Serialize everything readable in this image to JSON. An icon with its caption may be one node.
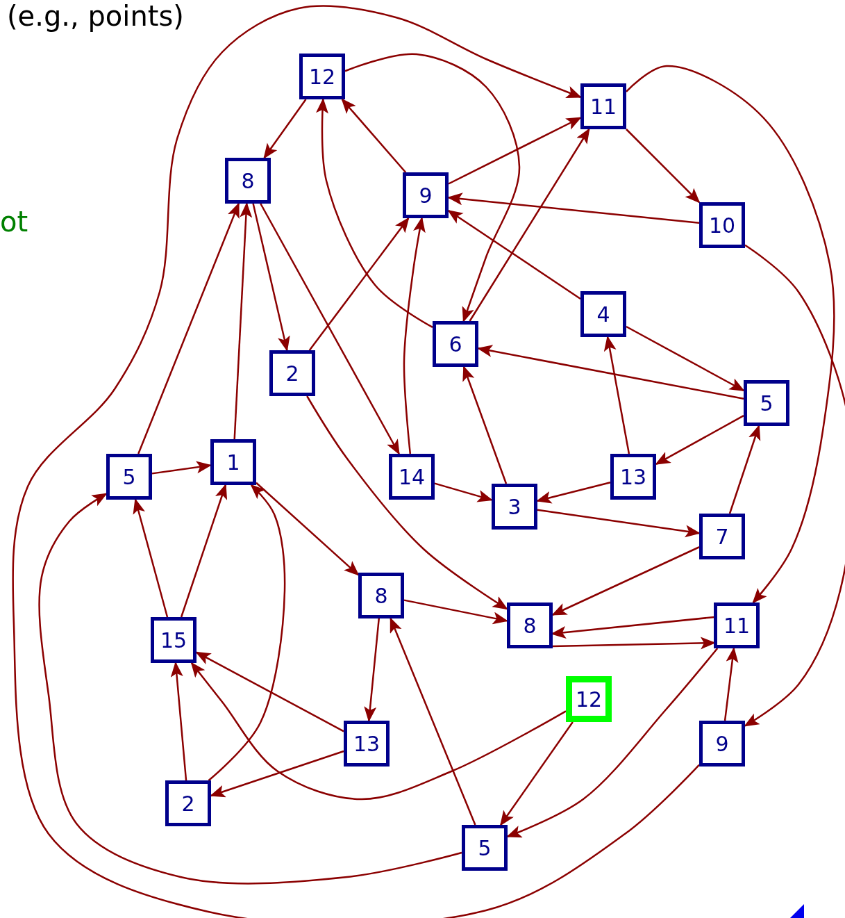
{
  "diagram": {
    "nodes": [
      {
        "text": [
          "12"
        ]
      },
      {
        "text": [
          "11"
        ]
      },
      {
        "text": [
          "8"
        ]
      },
      {
        "text": [
          "9"
        ]
      },
      {
        "text": [
          "10"
        ]
      },
      {
        "text": [
          "4"
        ]
      },
      {
        "text": [
          "6"
        ]
      },
      {
        "text": [
          "2"
        ]
      },
      {
        "text": [
          "5"
        ]
      },
      {
        "text": [
          "5"
        ]
      },
      {
        "text": [
          "1"
        ]
      },
      {
        "text": [
          "14"
        ]
      },
      {
        "text": [
          "13"
        ]
      },
      {
        "text": [
          "3"
        ]
      },
      {
        "text": [
          "7"
        ]
      },
      {
        "text": [
          "8"
        ]
      },
      {
        "text": [
          "8"
        ]
      },
      {
        "text": [
          "11"
        ]
      },
      {
        "text": [
          "15"
        ]
      },
      {
        "text": [
          "12"
        ]
      },
      {
        "text": [
          "13"
        ]
      },
      {
        "text": [
          "9"
        ]
      },
      {
        "text": [
          "2"
        ]
      },
      {
        "text": [
          "5"
        ]
      }
    ],
    "edges": [
      {
        "from": 0,
        "to": 2,
        "arrow": "to"
      },
      {
        "from": 0,
        "to": 6,
        "arrow": "to"
      },
      {
        "from": 3,
        "to": 0,
        "arrow": "to"
      },
      {
        "from": 3,
        "to": 1,
        "arrow": "to"
      },
      {
        "from": 4,
        "to": 3,
        "arrow": "to"
      },
      {
        "from": 1,
        "to": 4,
        "arrow": "to"
      },
      {
        "from": 5,
        "to": 3,
        "arrow": "to"
      },
      {
        "from": 6,
        "to": 0,
        "arrow": "to"
      },
      {
        "from": 6,
        "to": 1,
        "arrow": "to"
      },
      {
        "from": 7,
        "to": 3,
        "arrow": "to"
      },
      {
        "from": 2,
        "to": 7,
        "arrow": "to"
      },
      {
        "from": 2,
        "to": 11,
        "arrow": "to"
      },
      {
        "from": 11,
        "to": 3,
        "arrow": "to"
      },
      {
        "from": 5,
        "to": 8,
        "arrow": "to"
      },
      {
        "from": 8,
        "to": 6,
        "arrow": "to"
      },
      {
        "from": 8,
        "to": 12,
        "arrow": "to"
      },
      {
        "from": 12,
        "to": 5,
        "arrow": "to"
      },
      {
        "from": 12,
        "to": 13,
        "arrow": "to"
      },
      {
        "from": 13,
        "to": 6,
        "arrow": "to"
      },
      {
        "from": 13,
        "to": 14,
        "arrow": "to"
      },
      {
        "from": 14,
        "to": 8,
        "arrow": "to"
      },
      {
        "from": 11,
        "to": 13,
        "arrow": "to"
      },
      {
        "from": 14,
        "to": 16,
        "arrow": "to"
      },
      {
        "from": 17,
        "to": 16,
        "arrow": "to"
      },
      {
        "from": 16,
        "to": 17,
        "arrow": "to"
      },
      {
        "from": 15,
        "to": 16,
        "arrow": "to"
      },
      {
        "from": 7,
        "to": 16,
        "arrow": "to"
      },
      {
        "from": 10,
        "to": 2,
        "arrow": "to"
      },
      {
        "from": 9,
        "to": 2,
        "arrow": "to"
      },
      {
        "from": 9,
        "to": 10,
        "arrow": "to"
      },
      {
        "from": 10,
        "to": 15,
        "arrow": "to"
      },
      {
        "from": 18,
        "to": 9,
        "arrow": "to"
      },
      {
        "from": 18,
        "to": 10,
        "arrow": "to"
      },
      {
        "from": 22,
        "to": 10,
        "arrow": "to"
      },
      {
        "from": 22,
        "to": 18,
        "arrow": "to"
      },
      {
        "from": 20,
        "to": 18,
        "arrow": "to"
      },
      {
        "from": 20,
        "to": 22,
        "arrow": "to"
      },
      {
        "from": 15,
        "to": 20,
        "arrow": "to"
      },
      {
        "from": 23,
        "to": 15,
        "arrow": "to"
      },
      {
        "from": 19,
        "to": 23,
        "arrow": "to"
      },
      {
        "from": 19,
        "to": 18,
        "arrow": "to"
      },
      {
        "from": 17,
        "to": 23,
        "arrow": "to"
      },
      {
        "from": 21,
        "to": 17,
        "arrow": "to"
      },
      {
        "from": 1,
        "to": 17,
        "arrow": "to"
      },
      {
        "from": 4,
        "to": 21,
        "arrow": "to"
      },
      {
        "from": 21,
        "to": 1,
        "arrow": "to"
      },
      {
        "from": 23,
        "to": 9,
        "arrow": "to"
      }
    ],
    "labels": [
      "(e.g., points)",
      "ot"
    ]
  }
}
